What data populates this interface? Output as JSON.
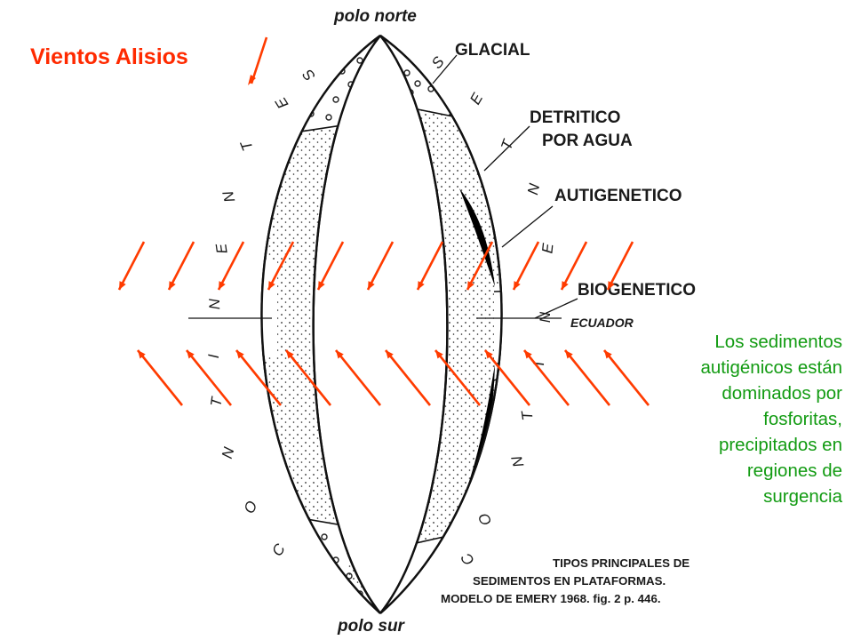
{
  "wind_title": "Vientos Alisios",
  "poles": {
    "north": "polo norte",
    "south": "polo sur"
  },
  "labels": {
    "glacial": "GLACIAL",
    "detritico_1": "DETRITICO",
    "detritico_2": "POR AGUA",
    "autigenetico": "AUTIGENETICO",
    "biogenetico": "BIOGENETICO",
    "ecuador": "ECUADOR"
  },
  "continent_word": "CONTINENTES",
  "note": [
    "Los sedimentos",
    "autigénicos están",
    "dominados por",
    "fosforitas,",
    "precipitados en",
    "regiones de",
    "surgencia"
  ],
  "caption": [
    "TIPOS PRINCIPALES DE",
    "SEDIMENTOS EN PLATAFORMAS.",
    "MODELO DE EMERY 1968. fig. 2  p. 446."
  ],
  "colors": {
    "arrow": "#ff3b00",
    "note": "#129b12",
    "title": "#ff2a00",
    "ink": "#1a1a1a"
  }
}
